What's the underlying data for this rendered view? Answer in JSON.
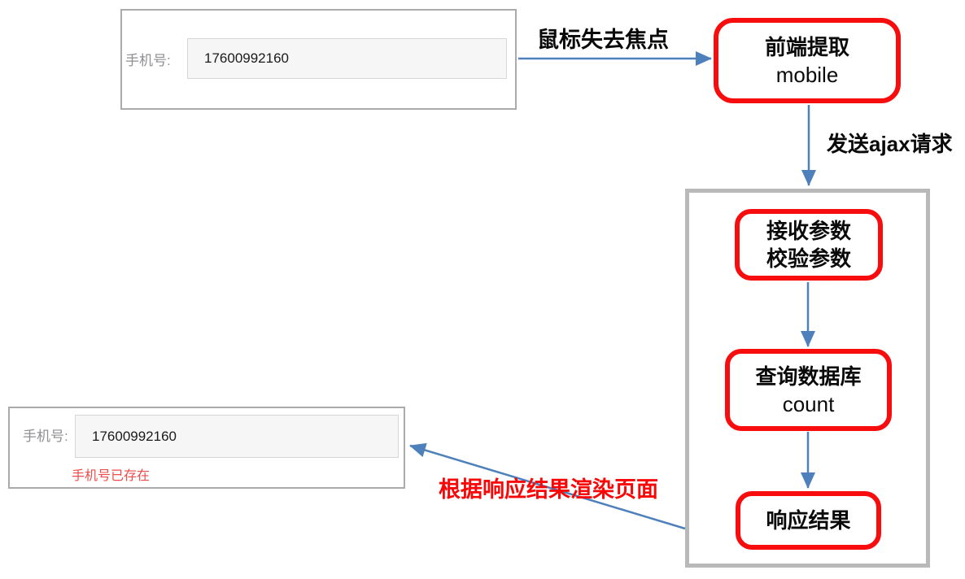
{
  "colors": {
    "arrow_blue": "#4e80bb",
    "node_border_red": "#f70d0d",
    "server_border_gray": "#b9b9b9",
    "form_border_gray": "#aaaaaa",
    "label_gray": "#8f8f93",
    "input_bg": "#f6f6f6",
    "error_red": "#ef4b4b",
    "annotation_red": "#f90606"
  },
  "form_top": {
    "label": "手机号:",
    "value": "17600992160"
  },
  "form_bottom": {
    "label": "手机号:",
    "value": "17600992160",
    "error": "手机号已存在"
  },
  "flow": {
    "edge_blur_label": "鼠标失去焦点",
    "edge_ajax_label": "发送ajax请求",
    "edge_render_label": "根据响应结果渲染页面",
    "node_frontend": {
      "line1": "前端提取",
      "line2": "mobile"
    },
    "node_receive": {
      "line1": "接收参数",
      "line2": "校验参数"
    },
    "node_query": {
      "line1": "查询数据库",
      "line2": "count"
    },
    "node_respond": {
      "line1": "响应结果"
    }
  }
}
